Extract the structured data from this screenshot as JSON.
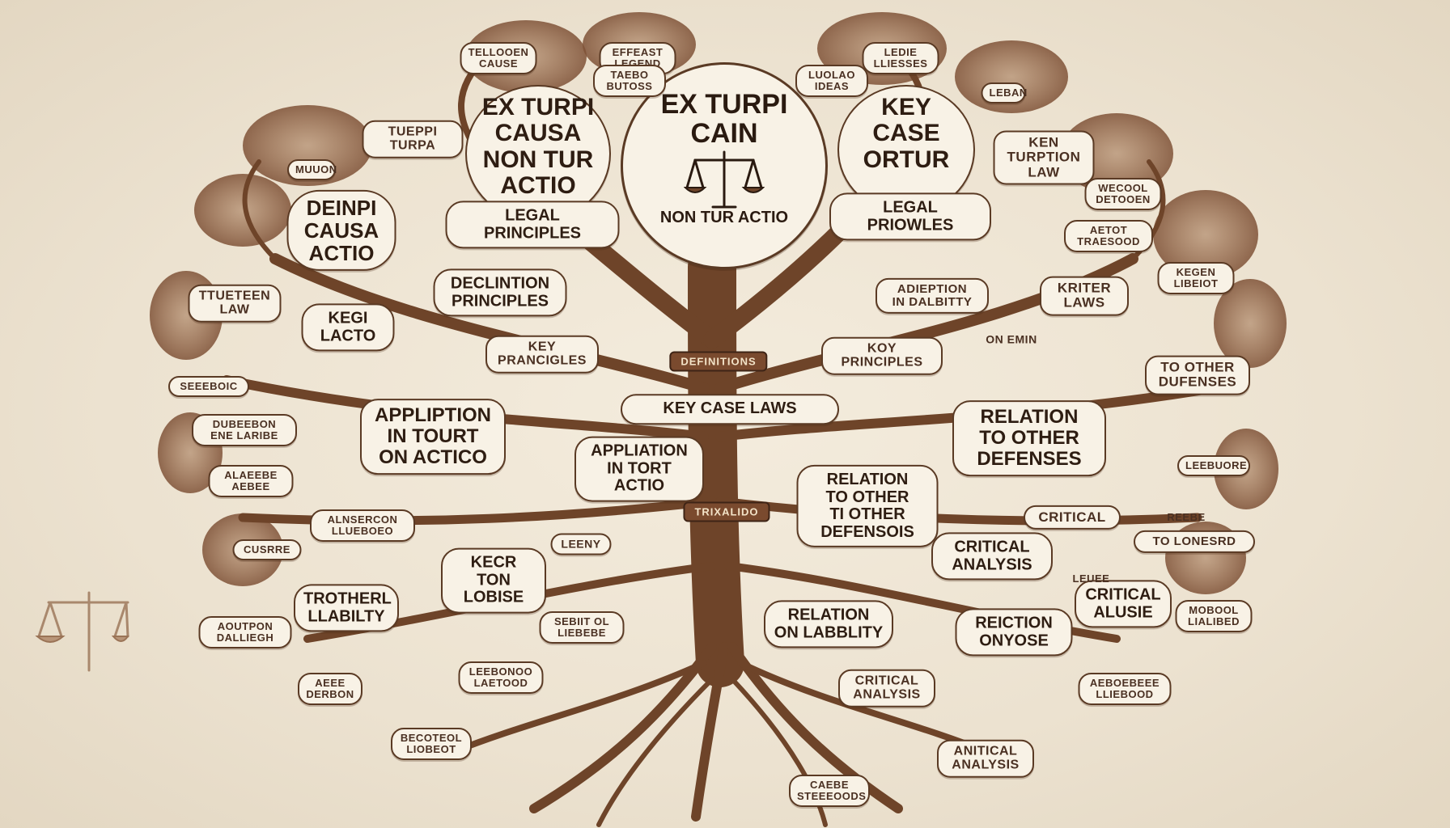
{
  "center": {
    "title": "EX TURPI\nCAIN",
    "subtitle": "NON TUR ACTIO",
    "icon": "scales-of-justice-icon"
  },
  "banners": {
    "upper": "DEFINITIONS",
    "lower": "TRIXALIDO"
  },
  "nodes": [
    {
      "id": "top-left-main",
      "label": "EX TURPI\nCAUSA\nNON TUR\nACTIO"
    },
    {
      "id": "top-right-main",
      "label": "KEY\nCASE\nORTUR"
    },
    {
      "id": "legal-principles-left",
      "label": "LEGAL PRINCIPLES"
    },
    {
      "id": "legal-principles-right",
      "label": "LEGAL PRIOWLES"
    },
    {
      "id": "trunk-key-case-laws",
      "label": "KEY  CASE LAWS"
    },
    {
      "id": "definition-principles",
      "label": "DECLINTION\nPRINCIPLES"
    },
    {
      "id": "adhiption-liability",
      "label": "ADIEPTION\nIN DALBITTY"
    },
    {
      "id": "key-principles-left",
      "label": "KEY\nPRANCIGLES"
    },
    {
      "id": "key-principles-right",
      "label": "KOY\nPRINCIPLES"
    },
    {
      "id": "krite-laws",
      "label": "KRITER\nLAWS"
    },
    {
      "id": "on-emin",
      "label": "ON EMIN"
    },
    {
      "id": "deinpi-causa",
      "label": "DEINPI\nCAUSA\nACTIO"
    },
    {
      "id": "tueppi-turpa",
      "label": "TUEPPI\nTURPA"
    },
    {
      "id": "kegi-lacto",
      "label": "KEGI\nLACTO"
    },
    {
      "id": "tiueteen-law",
      "label": "TTUETEEN\nLAW"
    },
    {
      "id": "ken-turption-law",
      "label": "KEN\nTURPTION\nLAW"
    },
    {
      "id": "application-tourt",
      "label": "APPLIPTION\nIN TOURT\nON ACTICO"
    },
    {
      "id": "application-tort",
      "label": "APPLIATION\nIN TORT\nACTIO"
    },
    {
      "id": "relation-other-left",
      "label": "RELATION\nTO OTHER\nTI OTHER\nDEFENSOIS"
    },
    {
      "id": "relation-other-right",
      "label": "RELATION\nTO OTHER\nDEFENSES"
    },
    {
      "id": "to-other-defenses",
      "label": "TO OTHER\nDUFENSES"
    },
    {
      "id": "critical-small",
      "label": "CRITICAL"
    },
    {
      "id": "critical-analysis-1",
      "label": "CRITICAL\nANALYSIS"
    },
    {
      "id": "critical-analysie",
      "label": "CRITICAL\nALUSIE"
    },
    {
      "id": "critical-analysis-2",
      "label": "CRITICAL\nANALYSIS"
    },
    {
      "id": "anitical-analysis",
      "label": "ANITICAL\nANALYSIS"
    },
    {
      "id": "reiction-onyose",
      "label": "REICTION\nONYOSE"
    },
    {
      "id": "relation-on-liability",
      "label": "RELATION\nON LABBLITY"
    },
    {
      "id": "kecr-ton-lobise",
      "label": "KECR\nTON LOBISE"
    },
    {
      "id": "trotherl-liability",
      "label": "TROTHERL\nLLABILTY"
    },
    {
      "id": "to-lonesrd",
      "label": "TO LONESRD"
    },
    {
      "id": "leeny",
      "label": "LEENY"
    },
    {
      "id": "minor-01",
      "label": "LEDIE\nLLIESSES"
    },
    {
      "id": "minor-02",
      "label": "EFFEAST\nLEGEND"
    },
    {
      "id": "minor-03",
      "label": "TELLOOEN\nCAUSE"
    },
    {
      "id": "minor-04",
      "label": "TAEBO\nBUTOSS"
    },
    {
      "id": "minor-05",
      "label": "LUOLAO\nIDEAS"
    },
    {
      "id": "minor-06",
      "label": "MUUON"
    },
    {
      "id": "minor-07",
      "label": "LEBAN"
    },
    {
      "id": "minor-08",
      "label": "WECOOL\nDETOOEN"
    },
    {
      "id": "minor-09",
      "label": "AETOT\nTRAESOOD"
    },
    {
      "id": "minor-10",
      "label": "KEGEN\nLIBEIOT"
    },
    {
      "id": "minor-11",
      "label": "SEEEBOIC"
    },
    {
      "id": "minor-12",
      "label": "DUBEEBON\nENE LARIBE"
    },
    {
      "id": "minor-13",
      "label": "ALAEEBE\nAEBEE"
    },
    {
      "id": "minor-14",
      "label": "ALNSERCON\nLLUEBOEO"
    },
    {
      "id": "minor-15",
      "label": "CUSRRE"
    },
    {
      "id": "minor-16",
      "label": "AOUTPON\nDALLIEGH"
    },
    {
      "id": "minor-17",
      "label": "AEEE\nDERBON"
    },
    {
      "id": "minor-18",
      "label": "BECOTEOL\nLIOBEOT"
    },
    {
      "id": "minor-19",
      "label": "LEEBONOO\nLAETOOD"
    },
    {
      "id": "minor-20",
      "label": "SEBIIT OL\nLIEBEBE"
    },
    {
      "id": "minor-21",
      "label": "CAEBE\nSTEEEOODS"
    },
    {
      "id": "minor-22",
      "label": "LEEBUORE"
    },
    {
      "id": "minor-23",
      "label": "REEBE"
    },
    {
      "id": "minor-24",
      "label": "MOBOOL\nLIALIBED"
    },
    {
      "id": "minor-25",
      "label": "AEBOEBEEE\nLLIEBOOD"
    },
    {
      "id": "minor-26",
      "label": "LEUEE"
    }
  ]
}
